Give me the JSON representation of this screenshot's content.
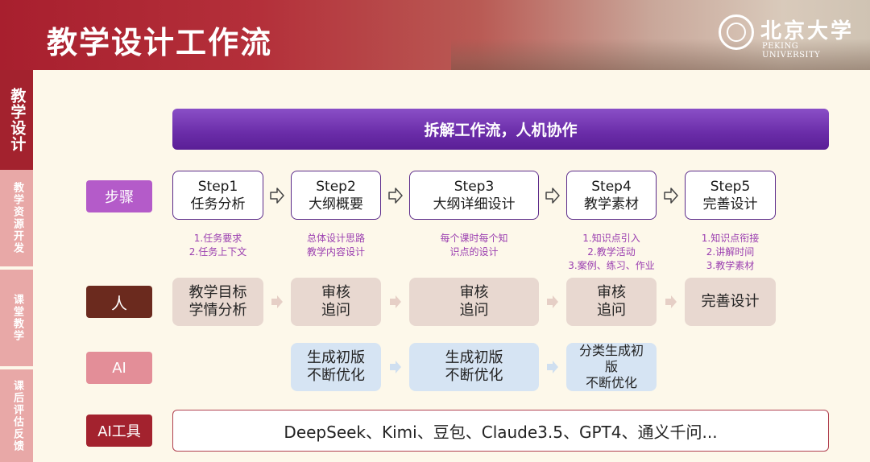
{
  "header": {
    "title": "教学设计工作流",
    "logo_cn": "北京大学",
    "logo_en": "PEKING UNIVERSITY"
  },
  "sidebar": {
    "items": [
      {
        "label": "教学设计",
        "active": true
      },
      {
        "label": "教学资源开发",
        "active": false
      },
      {
        "label": "课堂教学",
        "active": false
      },
      {
        "label": "课后评估反馈",
        "active": false
      }
    ]
  },
  "banner": "拆解工作流，人机协作",
  "row_labels": {
    "steps": "步骤",
    "human": "人",
    "ai": "AI",
    "tools": "AI工具"
  },
  "steps": [
    {
      "title": "Step1",
      "subtitle": "任务分析",
      "desc": [
        "1.任务要求",
        "2.任务上下文"
      ],
      "human": [
        "教学目标",
        "学情分析"
      ],
      "ai": []
    },
    {
      "title": "Step2",
      "subtitle": "大纲概要",
      "desc": [
        "总体设计思路",
        "教学内容设计"
      ],
      "human": [
        "审核",
        "追问"
      ],
      "ai": [
        "生成初版",
        "不断优化"
      ]
    },
    {
      "title": "Step3",
      "subtitle": "大纲详细设计",
      "desc": [
        "每个课时每个知",
        "识点的设计"
      ],
      "human": [
        "审核",
        "追问"
      ],
      "ai": [
        "生成初版",
        "不断优化"
      ]
    },
    {
      "title": "Step4",
      "subtitle": "教学素材",
      "desc": [
        "1.知识点引入",
        "2.教学活动",
        "3.案例、练习、作业"
      ],
      "human": [
        "审核",
        "追问"
      ],
      "ai": [
        "分类生成初",
        "版",
        "不断优化"
      ]
    },
    {
      "title": "Step5",
      "subtitle": "完善设计",
      "desc": [
        "1.知识点衔接",
        "2.讲解时间",
        "3.教学素材"
      ],
      "human": [
        "完善设计"
      ],
      "ai": []
    }
  ],
  "tools_text": "DeepSeek、Kimi、豆包、Claude3.5、GPT4、通义千问...",
  "colors": {
    "brand_red": "#a3222e",
    "banner_purple": "#6a2ca8",
    "steps_label": "#b45bc9",
    "human_label": "#6b2a1e",
    "ai_label": "#e38e98",
    "human_box": "#e8d8d0",
    "ai_box": "#d6e4f3",
    "desc_text": "#9b3fb0"
  }
}
